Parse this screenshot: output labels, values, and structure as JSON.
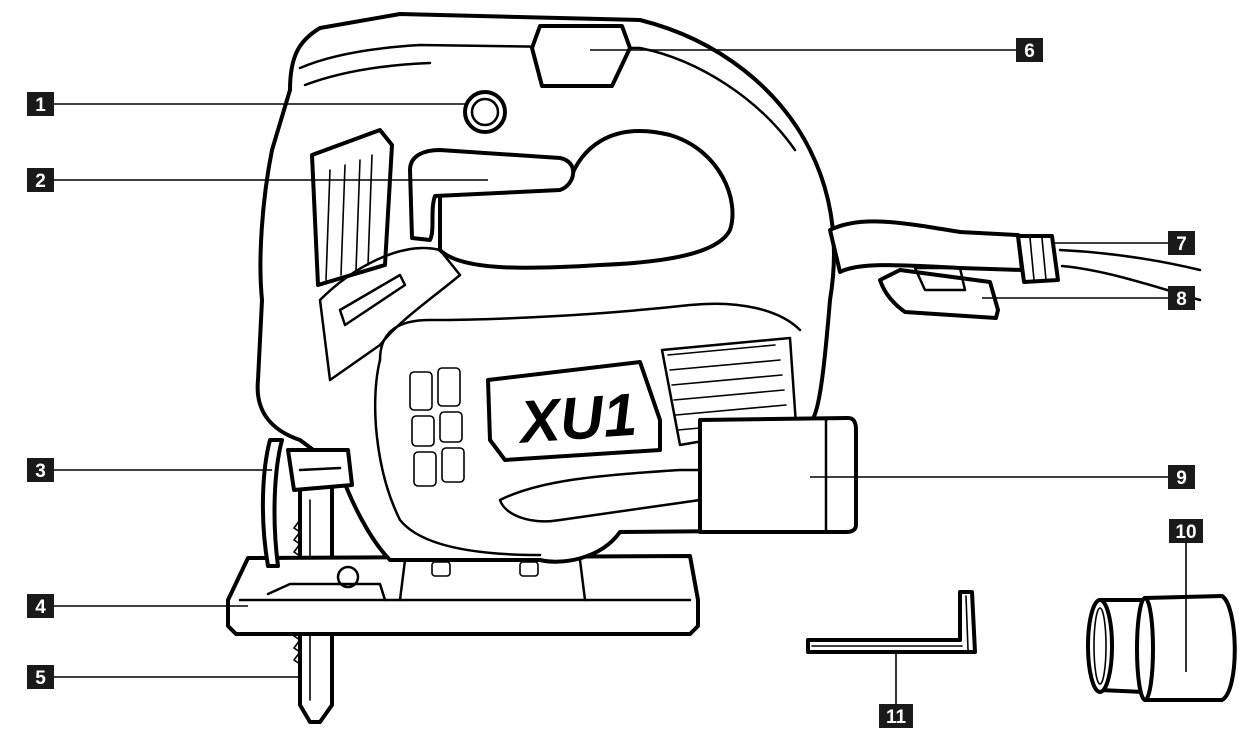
{
  "brand_label": "XU1",
  "callouts": [
    {
      "number": "1"
    },
    {
      "number": "2"
    },
    {
      "number": "3"
    },
    {
      "number": "4"
    },
    {
      "number": "5"
    },
    {
      "number": "6"
    },
    {
      "number": "7"
    },
    {
      "number": "8"
    },
    {
      "number": "9"
    },
    {
      "number": "10"
    },
    {
      "number": "11"
    }
  ],
  "colors": {
    "badge": "#1a1a1a",
    "outline": "#000000",
    "background": "#ffffff"
  }
}
